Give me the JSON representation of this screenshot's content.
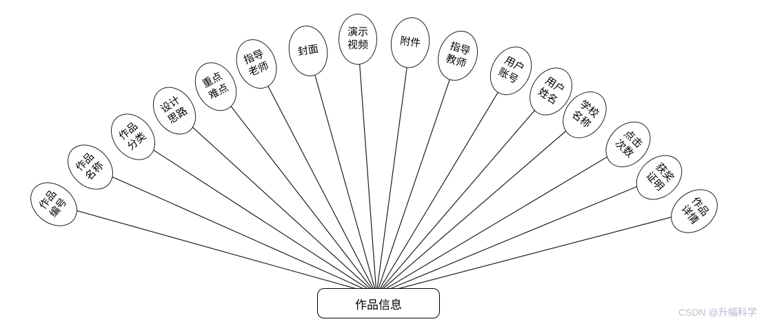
{
  "diagram": {
    "entity": {
      "label": "作品信息"
    },
    "attributes": [
      {
        "label": "作品编号"
      },
      {
        "label": "作品名称"
      },
      {
        "label": "作品分类"
      },
      {
        "label": "设计思路"
      },
      {
        "label": "重点难点"
      },
      {
        "label": "指导老师"
      },
      {
        "label": "封面"
      },
      {
        "label": "演示视频"
      },
      {
        "label": "附件"
      },
      {
        "label": "指导教师"
      },
      {
        "label": "用户账号"
      },
      {
        "label": "用户姓名"
      },
      {
        "label": "学校名称"
      },
      {
        "label": "点击次数"
      },
      {
        "label": "获奖证明"
      },
      {
        "label": "作品详情"
      }
    ],
    "watermark": {
      "prefix": "CSDN ",
      "user": "@升幅科学"
    }
  }
}
